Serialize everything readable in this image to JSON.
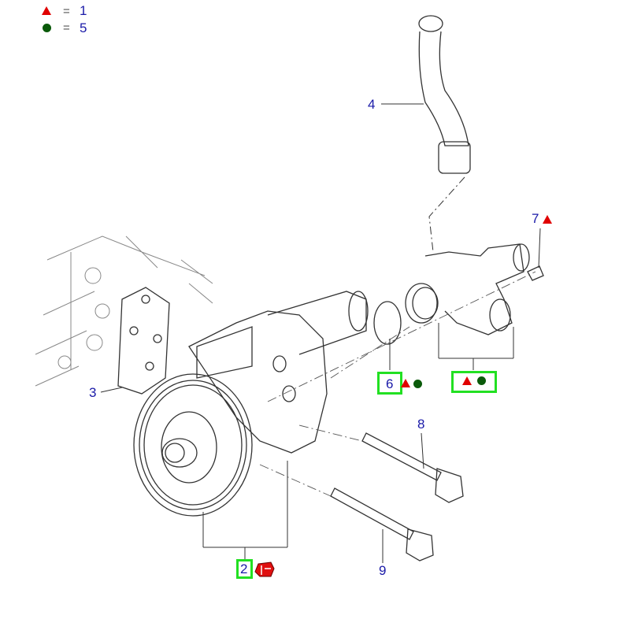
{
  "legend": [
    {
      "symbol": "triangle",
      "color": "#e00000",
      "count": "1"
    },
    {
      "symbol": "circle",
      "color": "#0a5a0a",
      "count": "5"
    }
  ],
  "legend_eq": "=",
  "callouts": {
    "p2": "2",
    "p3": "3",
    "p4": "4",
    "p6": "6",
    "p7": "7",
    "p8": "8",
    "p9": "9"
  },
  "colors": {
    "label": "#1a1aa8",
    "highlight": "#22e022",
    "triangle": "#e00000",
    "circle": "#0a5a0a"
  },
  "icons": {
    "p2_badge": "red-book-icon"
  }
}
